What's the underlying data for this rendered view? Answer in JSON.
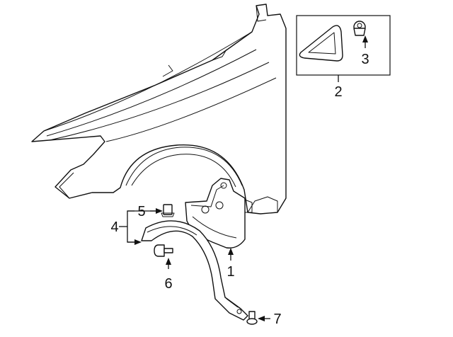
{
  "callouts": {
    "1": "1",
    "2": "2",
    "3": "3",
    "4": "4",
    "5": "5",
    "6": "6",
    "7": "7"
  },
  "colors": {
    "line": "#111111",
    "background": "#ffffff"
  }
}
